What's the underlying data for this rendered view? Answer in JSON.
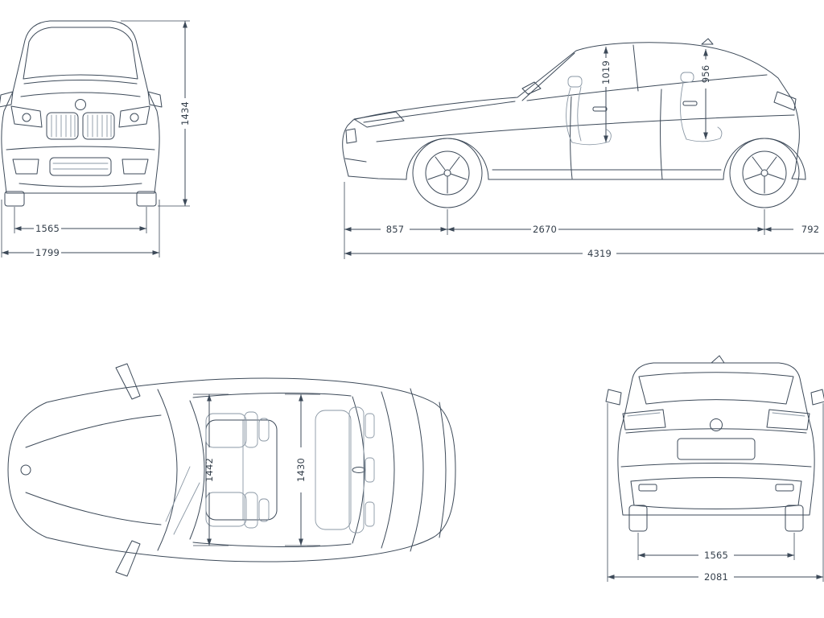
{
  "colors": {
    "line": "#3d4a59",
    "line_light": "#8a97a4",
    "background": "#ffffff",
    "label": "#333e4a"
  },
  "front_view": {
    "dims": {
      "overall_height": "1434",
      "track_width": "1565",
      "overall_width": "1799"
    }
  },
  "side_view": {
    "dims": {
      "front_overhang": "857",
      "wheelbase": "2670",
      "rear_overhang": "792",
      "overall_length": "4319",
      "front_interior_height": "1019",
      "rear_interior_height": "956"
    }
  },
  "top_view": {
    "dims": {
      "front_interior_width": "1442",
      "rear_interior_width": "1430"
    }
  },
  "rear_view": {
    "dims": {
      "track_width": "1565",
      "width_incl_mirrors": "2081"
    }
  }
}
